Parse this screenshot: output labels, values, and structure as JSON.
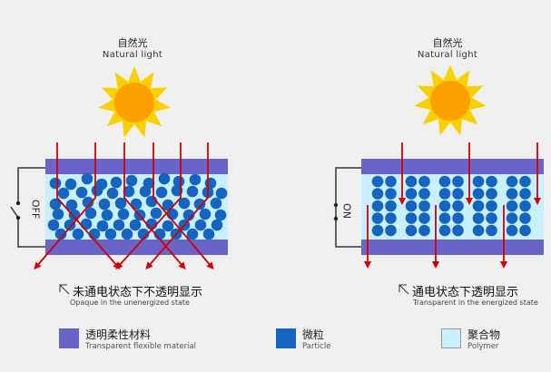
{
  "panels": [
    {
      "id": "off",
      "sun_title": "自然光",
      "sun_subtitle": "Natural light",
      "switch_label": "OFF",
      "caption_cn": "未通电状态下不透明显示",
      "caption_en": "Opaque in the unenergized state",
      "caption_icon": "arrow-up-left-icon"
    },
    {
      "id": "on",
      "sun_title": "自然光",
      "sun_subtitle": "Natural light",
      "switch_label": "ON",
      "caption_cn": "通电状态下透明显示",
      "caption_en": "Transparent in the energized state",
      "caption_icon": "arrow-up-left-icon"
    }
  ],
  "legend": [
    {
      "cn": "透明柔性材料",
      "en": "Transparent flexible material",
      "color": "#6a64c8"
    },
    {
      "cn": "微粒",
      "en": "Particle",
      "color": "#1565c0"
    },
    {
      "cn": "聚合物",
      "en": "Polymer",
      "color": "#c8f0ff"
    }
  ],
  "colors": {
    "background": "#f0f0f0",
    "electrode": "#6a64c8",
    "polymer": "#c8f0ff",
    "particle": "#1565c0",
    "light_ray": "#d40000",
    "sun_rays": "#fcd000",
    "sun_core": "#fca000",
    "wire": "#333333"
  }
}
